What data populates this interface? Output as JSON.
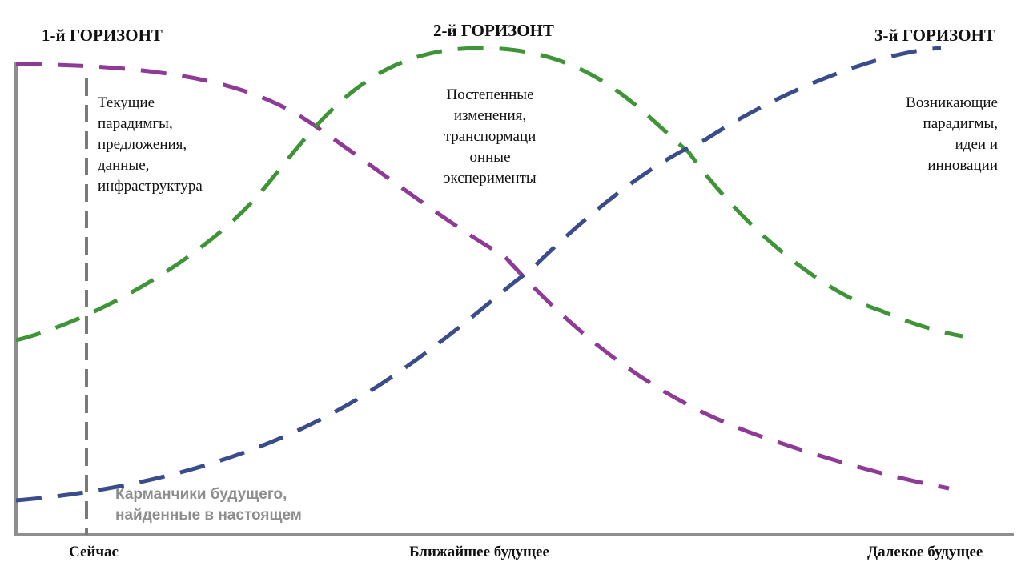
{
  "horizons": [
    {
      "title": "1-й ГОРИЗОНТ",
      "description": [
        "Текущие",
        "парадимгы,",
        "предложения,",
        "данные,",
        "инфраструктура"
      ]
    },
    {
      "title": "2-й ГОРИЗОНТ",
      "description": [
        "Постепенные",
        "изменения,",
        "транспормаци",
        "онные",
        "эксперименты"
      ]
    },
    {
      "title": "3-й ГОРИЗОНТ",
      "description": [
        "Возникающие",
        "парадигмы,",
        "идеи и",
        "инновации"
      ]
    }
  ],
  "pockets_label": [
    "Карманчики будущего,",
    "найденные в настоящем"
  ],
  "axis": {
    "x_labels": [
      "Сейчас",
      "Ближайшее будущее",
      "Далекое будущее"
    ]
  },
  "colors": {
    "horizon_1": "#8e3a96",
    "horizon_2": "#3f9438",
    "horizon_3": "#3a4c8a",
    "axis": "#8e8e8e",
    "now_line": "#7a7a7a",
    "pockets_text": "#8e8e8e"
  }
}
